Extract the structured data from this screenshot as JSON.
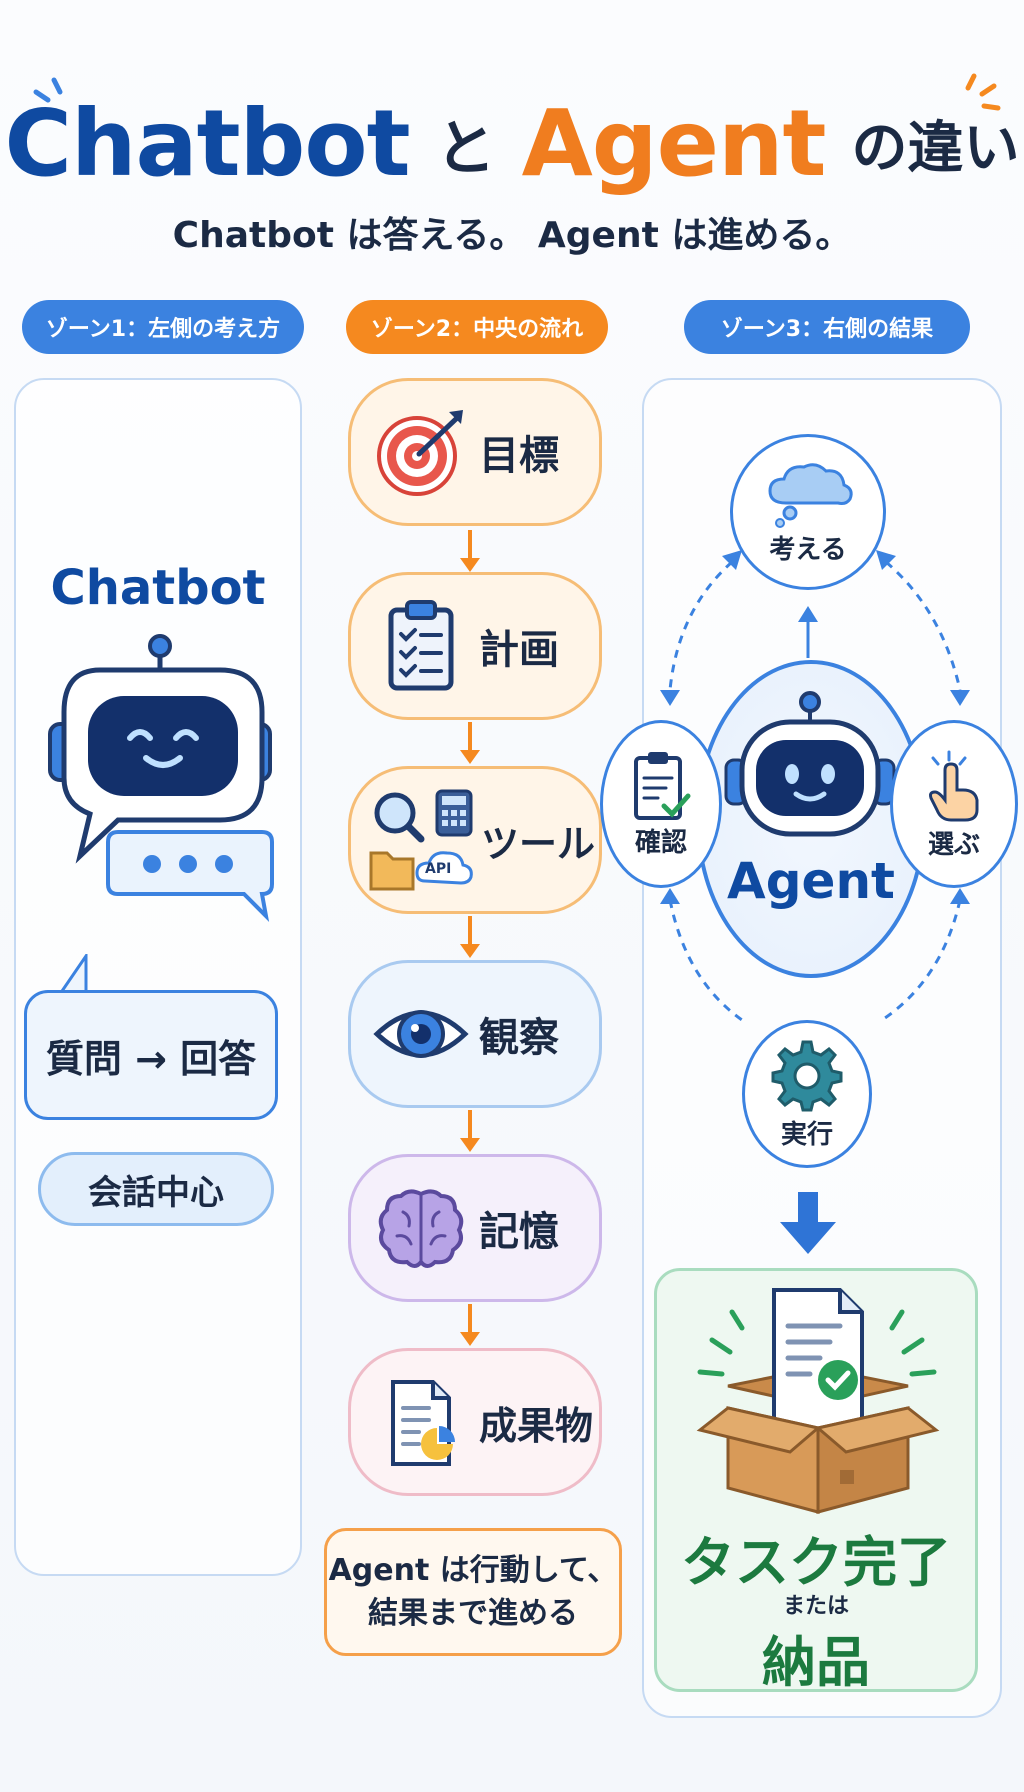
{
  "title": {
    "chatbot": "Chatbot",
    "to": "と",
    "agent": "Agent",
    "chigai": "の違い"
  },
  "subtitle": "Chatbot は答える。 Agent は進める。",
  "zones": [
    {
      "label": "ゾーン1：左側の考え方"
    },
    {
      "label": "ゾーン2：中央の流れ"
    },
    {
      "label": "ゾーン3：右側の結果"
    }
  ],
  "left": {
    "chatbot_label": "Chatbot",
    "qa_text": "質問 → 回答",
    "center_label": "会話中心"
  },
  "flow": [
    {
      "label": "目標",
      "icon": "target-icon"
    },
    {
      "label": "計画",
      "icon": "clipboard-checklist-icon"
    },
    {
      "label": "ツール",
      "icon": "tools-icon",
      "api": "API"
    },
    {
      "label": "観察",
      "icon": "eye-icon"
    },
    {
      "label": "記憶",
      "icon": "brain-icon"
    },
    {
      "label": "成果物",
      "icon": "report-document-icon"
    }
  ],
  "bottom_note": {
    "line1": "Agent は行動して、",
    "line2": "結果まで進める"
  },
  "cycle": {
    "think": "考える",
    "choose": "選ぶ",
    "execute": "実行",
    "confirm": "確認",
    "agent_label": "Agent"
  },
  "result": {
    "main": "タスク完了",
    "or": "または",
    "sub": "納品"
  },
  "colors": {
    "blue": "#0f4aa1",
    "accent_blue": "#3b82e0",
    "orange": "#f07d1f",
    "green": "#1c7a3f"
  }
}
